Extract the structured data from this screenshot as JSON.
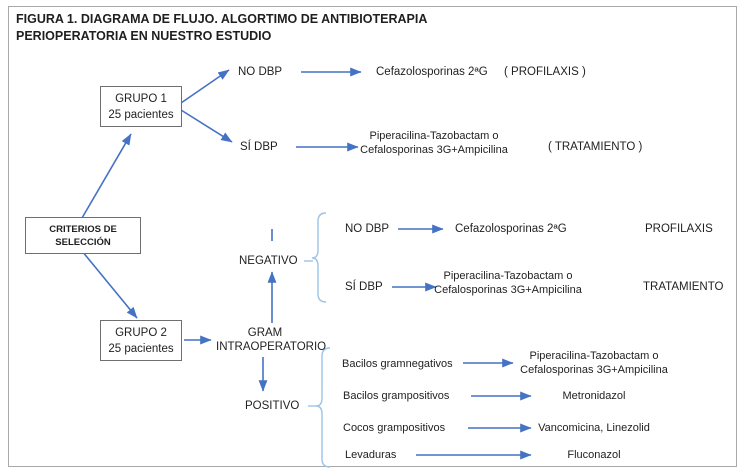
{
  "figure": {
    "title_line1": "FIGURA 1. DIAGRAMA DE FLUJO. ALGORTIMO DE ANTIBIOTERAPIA",
    "title_line2": "PERIOPERATORIA EN NUESTRO ESTUDIO"
  },
  "colors": {
    "arrow_blue": "#4472C4",
    "brace_blue": "#9DC3E6",
    "box_border_gray": "#6F6F6F",
    "frame_border_gray": "#A9A9A9",
    "text": "#1F1F1F"
  },
  "nodes": {
    "criterios": {
      "line1": "CRITERIOS DE",
      "line2": "SELECCIÓN"
    },
    "grupo1": {
      "line1": "GRUPO 1",
      "line2": "25 pacientes"
    },
    "grupo2": {
      "line1": "GRUPO 2",
      "line2": "25 pacientes"
    }
  },
  "top_branch": {
    "no_dbp": "NO DBP",
    "no_dbp_result": "Cefazolosporinas 2ªG",
    "no_dbp_tag": "( PROFILAXIS )",
    "si_dbp": "SÍ DBP",
    "si_dbp_result_line1": "Piperacilina-Tazobactam o",
    "si_dbp_result_line2": "Cefalosporinas 3G+Ampicilina",
    "si_dbp_tag": "( TRATAMIENTO )"
  },
  "gram": {
    "label_line1": "GRAM",
    "label_line2": "INTRAOPERATORIO",
    "negative": "NEGATIVO",
    "positive": "POSITIVO"
  },
  "negative_branch": {
    "no_dbp": "NO DBP",
    "no_dbp_result": "Cefazolosporinas 2ªG",
    "no_dbp_tag": "PROFILAXIS",
    "si_dbp": "SÍ DBP",
    "si_dbp_result_line1": "Piperacilina-Tazobactam o",
    "si_dbp_result_line2": "Cefalosporinas 3G+Ampicilina",
    "si_dbp_tag": "TRATAMIENTO"
  },
  "positive_branch": {
    "rows": [
      {
        "organism": "Bacilos gramnegativos",
        "treatment_line1": "Piperacilina-Tazobactam o",
        "treatment_line2": "Cefalosporinas 3G+Ampicilina"
      },
      {
        "organism": "Bacilos grampositivos",
        "treatment": "Metronidazol"
      },
      {
        "organism": "Cocos grampositivos",
        "treatment": "Vancomicina, Linezolid"
      },
      {
        "organism": "Levaduras",
        "treatment": "Fluconazol"
      }
    ]
  }
}
